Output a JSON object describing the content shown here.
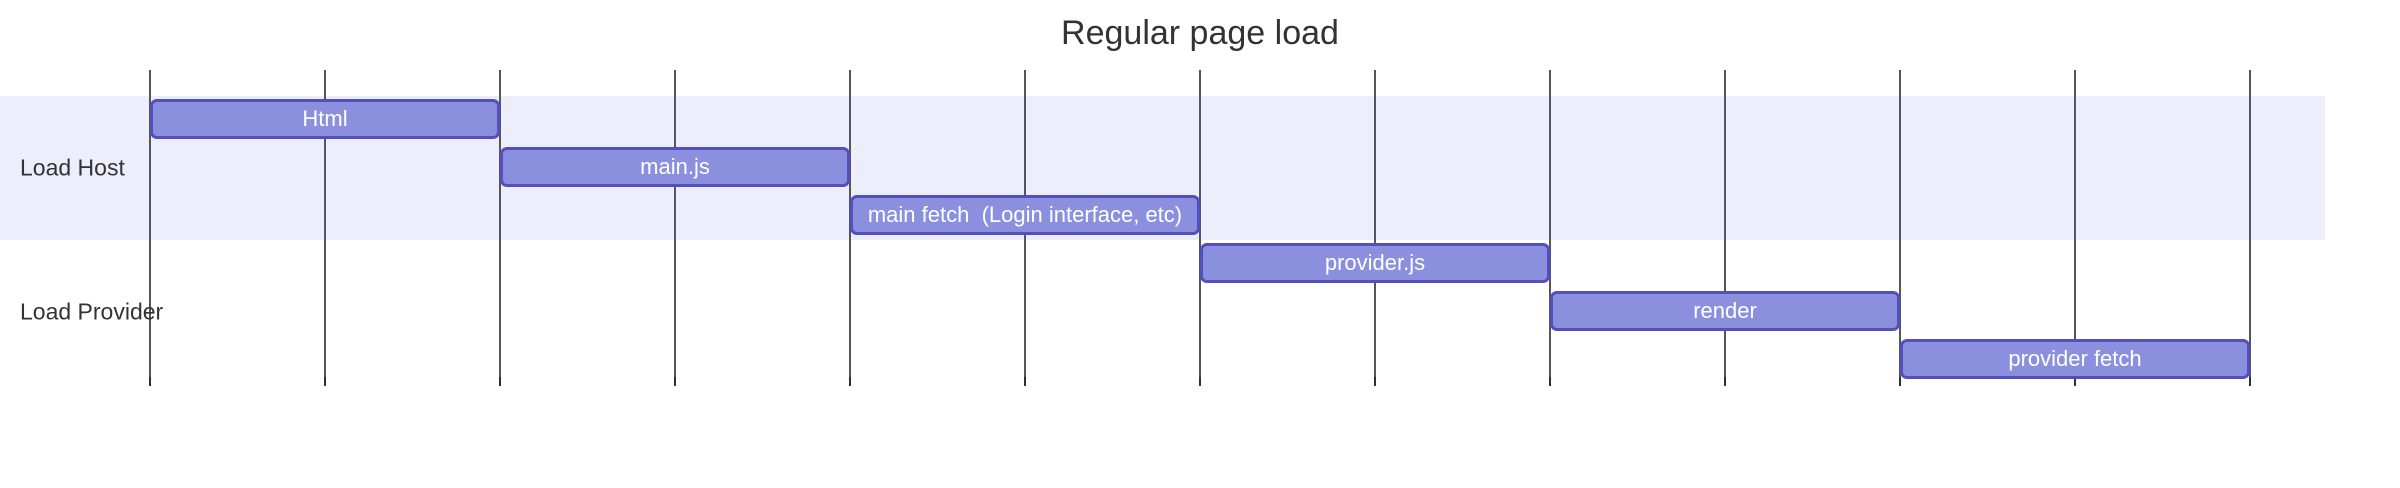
{
  "chart_data": {
    "type": "gantt",
    "title": "Regular page load",
    "x_axis": {
      "units_total": 12,
      "gridline_count": 13,
      "tick_labels": [],
      "grid_on": true
    },
    "sections": [
      {
        "name": "Load Host",
        "tasks": [
          {
            "label": "Html",
            "start": 0,
            "duration": 2
          },
          {
            "label": "main.js",
            "start": 2,
            "duration": 2
          },
          {
            "label": "main fetch  (Login interface, etc)",
            "start": 4,
            "duration": 2
          }
        ]
      },
      {
        "name": "Load Provider",
        "tasks": [
          {
            "label": "provider.js",
            "start": 6,
            "duration": 2
          },
          {
            "label": "render",
            "start": 8,
            "duration": 2
          },
          {
            "label": "provider fetch",
            "start": 10,
            "duration": 2
          }
        ]
      }
    ],
    "colors": {
      "task_fill": "#8a90dd",
      "task_border": "#534fbc",
      "task_text": "#ffffff",
      "section_band": "#ededfb",
      "alt_section_band": "#ffffff",
      "grid_line": "#55555b",
      "grid_tick": "#2e2e33",
      "text": "#333333",
      "background": "#ffffff"
    }
  }
}
